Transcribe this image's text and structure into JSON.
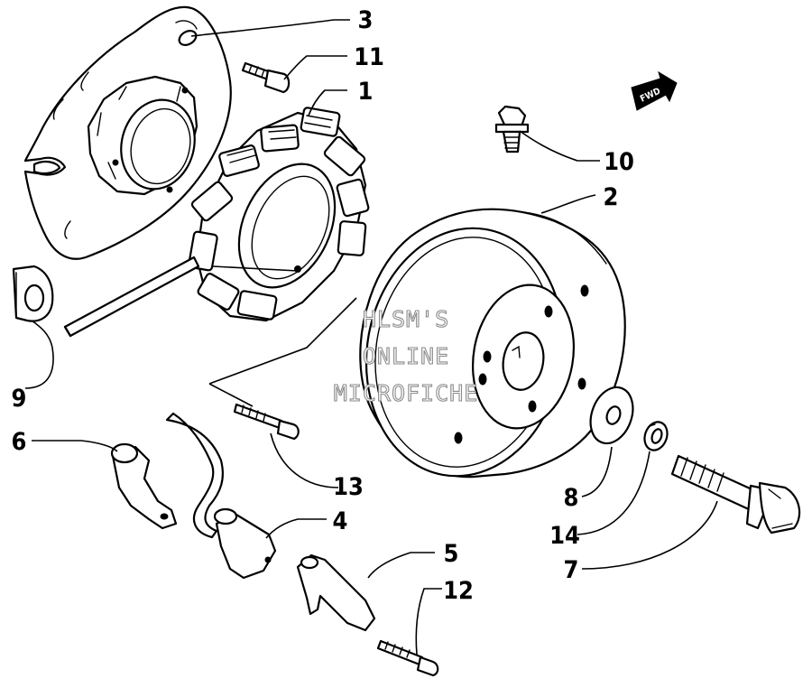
{
  "diagram": {
    "watermark_lines": [
      "HLSM'S",
      "ONLINE",
      "MICROFICHE"
    ],
    "direction_label": "FWD",
    "callouts": [
      {
        "id": "callout-1",
        "label": "1"
      },
      {
        "id": "callout-2",
        "label": "2"
      },
      {
        "id": "callout-3",
        "label": "3"
      },
      {
        "id": "callout-4",
        "label": "4"
      },
      {
        "id": "callout-5",
        "label": "5"
      },
      {
        "id": "callout-6",
        "label": "6"
      },
      {
        "id": "callout-7",
        "label": "7"
      },
      {
        "id": "callout-8",
        "label": "8"
      },
      {
        "id": "callout-9",
        "label": "9"
      },
      {
        "id": "callout-10",
        "label": "10"
      },
      {
        "id": "callout-11",
        "label": "11"
      },
      {
        "id": "callout-12",
        "label": "12"
      },
      {
        "id": "callout-13",
        "label": "13"
      },
      {
        "id": "callout-14",
        "label": "14"
      }
    ]
  }
}
